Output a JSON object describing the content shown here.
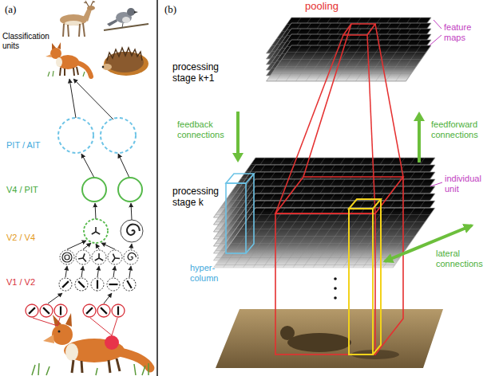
{
  "diagram": {
    "nodes": [
      {
        "text": [
          "processing stage k+1"
        ]
      },
      {
        "text": [
          "processing stage k"
        ]
      }
    ],
    "edges": [
      {
        "from": 1,
        "to": 0,
        "arrow": "to",
        "label": "feedforward connections"
      },
      {
        "from": 0,
        "to": 1,
        "arrow": "to",
        "label": "feedback connections"
      }
    ],
    "labels": [
      "(a)",
      "Classification units",
      "PIT / AIT",
      "V4 / PIT",
      "V2 / V4",
      "V1 / V2",
      "(b)",
      "pooling",
      "feature maps",
      "individual unit",
      "lateral connections",
      "hyper-column"
    ]
  }
}
